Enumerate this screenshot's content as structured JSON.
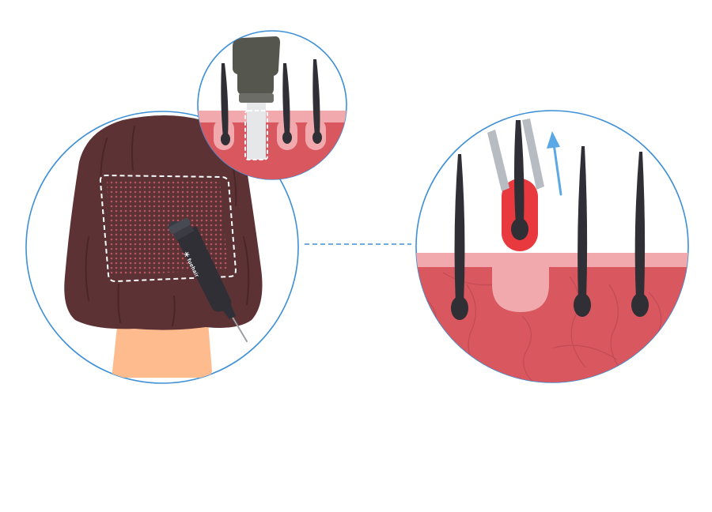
{
  "figure": {
    "type": "fue-hair-transplant-illustration",
    "panels": [
      "head-donor-area",
      "punch-extraction-zoom",
      "follicle-removal-zoom"
    ]
  },
  "tool": {
    "brand_label": "fuehair"
  },
  "icons": {
    "tool_logo": "snowflake-icon",
    "direction": "up-arrow-icon"
  },
  "colors": {
    "outline_blue": "#3d8fd6",
    "hair_brown": "#5c3235",
    "hair_brown_dark": "#4a2629",
    "skin_neck": "#fdbb8e",
    "scalp_red": "#d9575f",
    "scalp_pink": "#f1a9ad",
    "graft_red": "#e8393f",
    "follicle_black": "#2f2f35",
    "punch_grey": "#55574f",
    "tweezer_grey": "#b7bcc2",
    "arrow_blue": "#5aa9e6",
    "dashed_white": "#ffffff"
  }
}
